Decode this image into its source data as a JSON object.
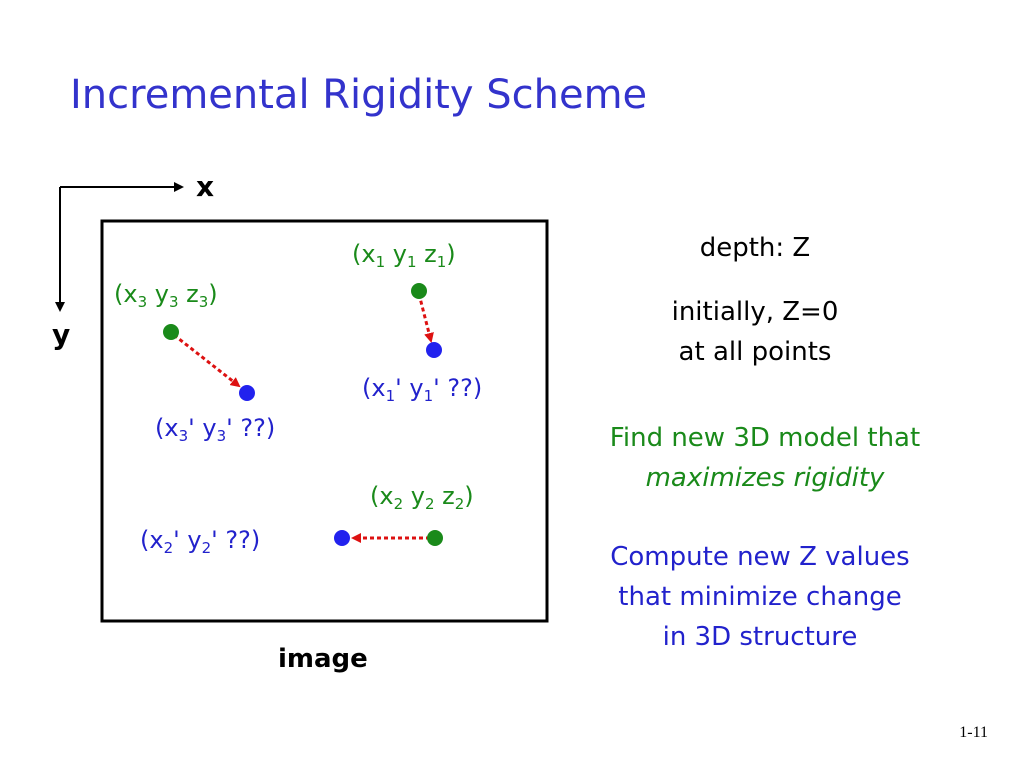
{
  "title": "Incremental Rigidity Scheme",
  "axes": {
    "x_label": "x",
    "y_label": "y"
  },
  "image_label": "image",
  "points": {
    "p1_orig": {
      "open": "(x",
      "s1": "1",
      "m1": " y",
      "s2": "1",
      "m2": " z",
      "s3": "1",
      "close": ")"
    },
    "p1_new": {
      "open": "(x",
      "s1": "1",
      "m1": "' y",
      "s2": "1",
      "close": "' ??)"
    },
    "p2_orig": {
      "open": "(x",
      "s1": "2",
      "m1": " y",
      "s2": "2",
      "m2": " z",
      "s3": "2",
      "close": ")"
    },
    "p2_new": {
      "open": "(x",
      "s1": "2",
      "m1": "' y",
      "s2": "2",
      "close": "' ??)"
    },
    "p3_orig": {
      "open": "(x",
      "s1": "3",
      "m1": " y",
      "s2": "3",
      "m2": " z",
      "s3": "3",
      "close": ")"
    },
    "p3_new": {
      "open": "(x",
      "s1": "3",
      "m1": "' y",
      "s2": "3",
      "close": "' ??)"
    }
  },
  "side": {
    "depth": "depth: Z",
    "initial_1": "initially, Z=0",
    "initial_2": "at all points",
    "find_1": "Find new 3D model that",
    "find_2": "maximizes rigidity",
    "compute_1": "Compute new Z values",
    "compute_2": "that minimize change",
    "compute_3": "in 3D structure"
  },
  "slide_number": "1-11",
  "colors": {
    "title": "#3333cc",
    "original_point": "#1a8a1a",
    "new_point": "#2222cc",
    "motion_arrow": "#dd1111"
  }
}
